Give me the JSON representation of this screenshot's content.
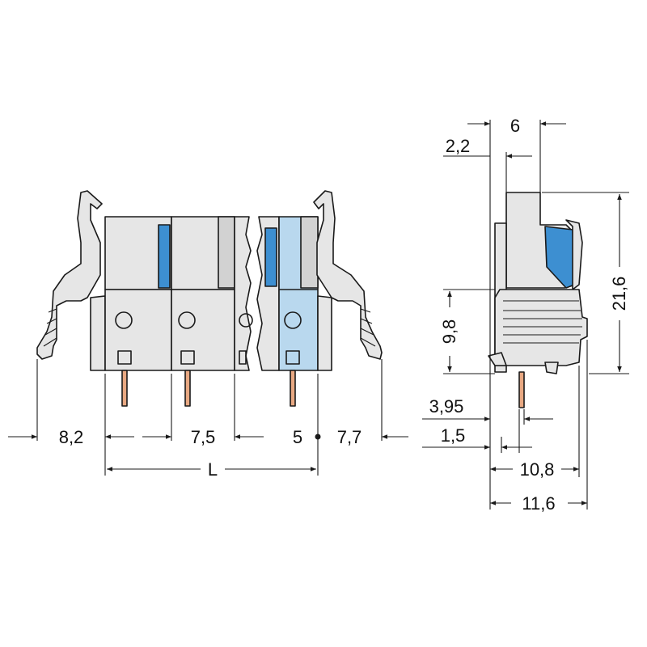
{
  "colors": {
    "housing": "#e6e6e6",
    "housing_dark": "#d2d2d2",
    "actuator_blue": "#3d8fd1",
    "highlight_blue": "#b9d8ee",
    "pin_copper": "#e8a882",
    "line": "#1a1a1a"
  },
  "front_view": {
    "dimensions": {
      "left_clip": "8,2",
      "pitch": "7,5",
      "pitch_end": "5",
      "right_clip": "7,7",
      "length": "L"
    }
  },
  "side_view": {
    "dimensions": {
      "top_width": "6",
      "top_offset": "2,2",
      "total_height": "21,6",
      "body_height": "9,8",
      "pin_offset": "3,95",
      "pin_inset": "1,5",
      "depth": "10,8",
      "total_depth": "11,6"
    }
  }
}
